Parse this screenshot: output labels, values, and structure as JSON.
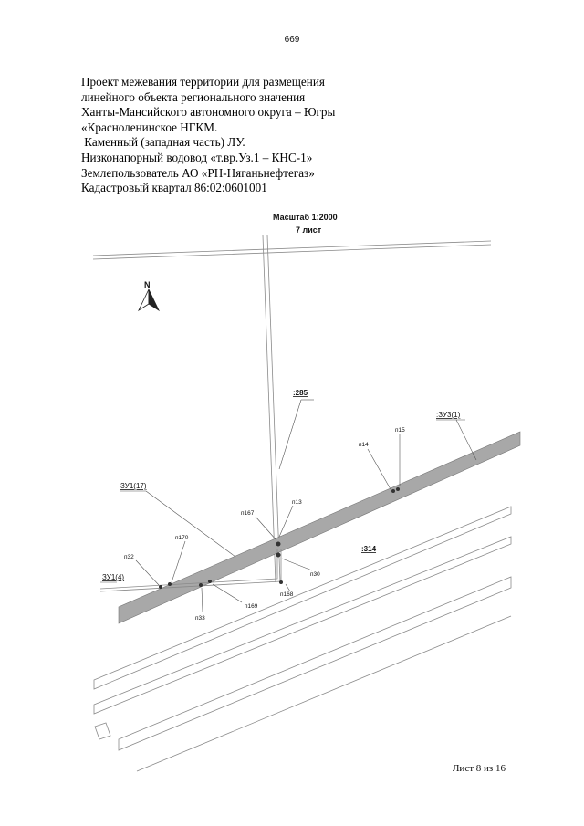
{
  "page_number": "669",
  "header": {
    "lines": [
      "Проект межевания территории для размещения",
      "линейного объекта регионального значения",
      "Ханты-Мансийского автономного округа – Югры",
      "«Красноленинское НГКМ.",
      " Каменный (западная часть) ЛУ.",
      "Низконапорный водовод «т.вр.Уз.1 – КНС-1»",
      "Землепользователь АО «РН-Няганьнефтегаз»",
      "Кадастровый квартал 86:02:0601001"
    ]
  },
  "map": {
    "scale_label": "Масштаб 1:2000",
    "sheet_label": "7 лист",
    "north_label": "N",
    "parcels": {
      "p285": ":285",
      "p314": ":314",
      "zu3": ":ЗУ3(1)",
      "zu1_17": "ЗУ1(17)",
      "zu1_4": "ЗУ1(4)"
    },
    "points": {
      "n13": "п13",
      "n14": "п14",
      "n15": "п15",
      "n30": "п30",
      "n32": "п32",
      "n33": "п33",
      "n167": "п167",
      "n168": "п168",
      "n169": "п169",
      "n170": "п170"
    },
    "colors": {
      "strip_fill": "#a8a8a8",
      "line": "#8a8a8a"
    }
  },
  "footer": "Лист 8 из 16"
}
